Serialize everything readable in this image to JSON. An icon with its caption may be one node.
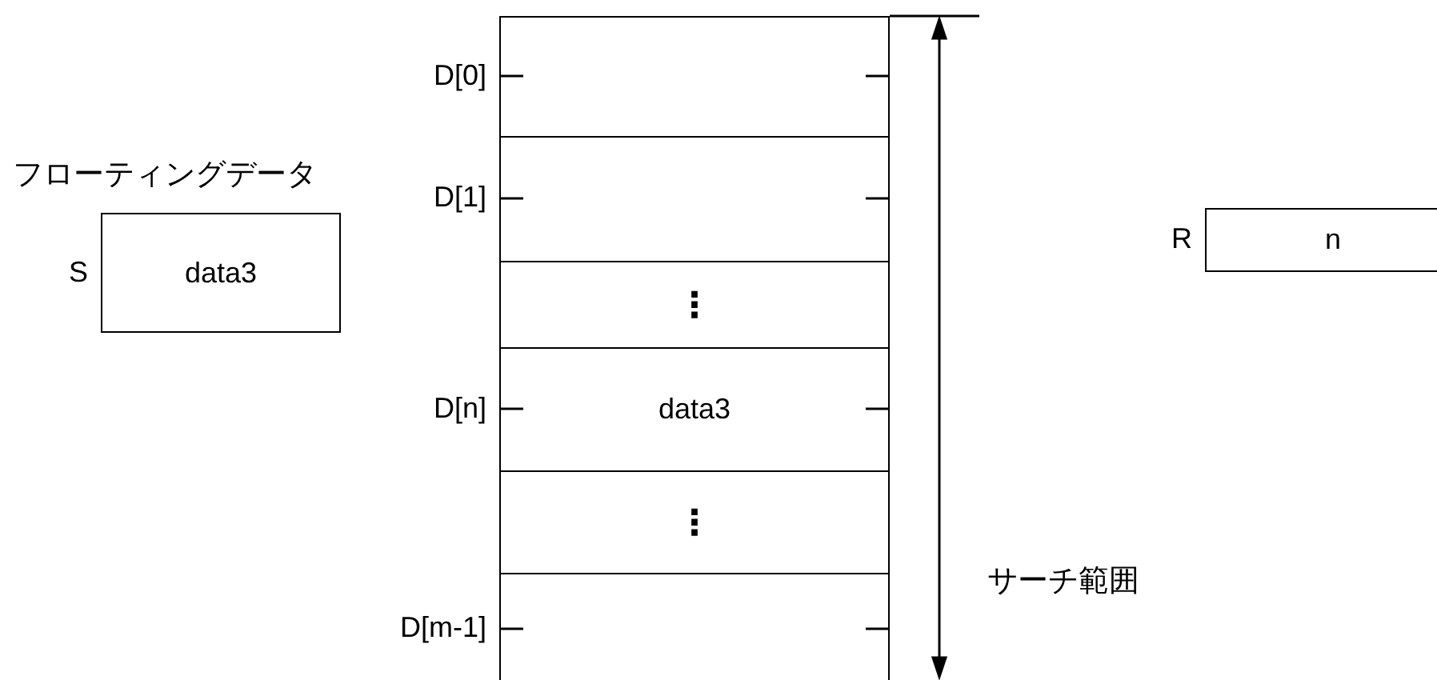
{
  "diagram": {
    "nodes": [
      {
        "text": [
          "フローティングデータ",
          "S",
          "data3"
        ]
      },
      {
        "text": [],
        "shape": "box",
        "beside": [
          "D[0]"
        ]
      },
      {
        "text": [],
        "shape": "box",
        "beside": [
          "D[1]"
        ]
      },
      {
        "text": [
          "⋮"
        ]
      },
      {
        "text": [
          "data3"
        ],
        "beside": [
          "D[n]"
        ]
      },
      {
        "text": [
          "⋮"
        ]
      },
      {
        "text": [],
        "shape": "box",
        "beside": [
          "D[m-1]"
        ]
      },
      {
        "text": [
          "n"
        ],
        "beside": [
          "R"
        ]
      }
    ],
    "edges": [],
    "labels": [
      "サーチ範囲"
    ]
  }
}
